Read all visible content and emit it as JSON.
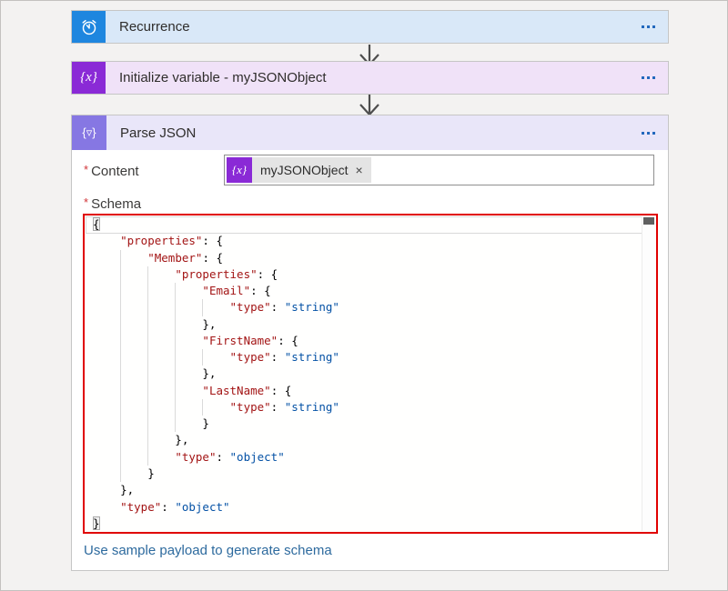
{
  "workflow": {
    "steps": [
      {
        "title": "Recurrence",
        "icon": "alarm-clock-icon"
      },
      {
        "title": "Initialize variable - myJSONObject",
        "icon": "braces-x-icon",
        "icon_glyph": "{x}"
      },
      {
        "title": "Parse JSON",
        "icon": "braces-triangle-icon",
        "icon_glyph": "{▿}"
      }
    ]
  },
  "parse_json": {
    "required_marker": "*",
    "content_label": "Content",
    "schema_label": "Schema",
    "content_token": {
      "name": "myJSONObject",
      "remove_glyph": "×",
      "icon_glyph": "{x}"
    },
    "schema_lines": [
      "{",
      "    \"properties\": {",
      "        \"Member\": {",
      "            \"properties\": {",
      "                \"Email\": {",
      "                    \"type\": \"string\"",
      "                },",
      "                \"FirstName\": {",
      "                    \"type\": \"string\"",
      "                },",
      "                \"LastName\": {",
      "                    \"type\": \"string\"",
      "                }",
      "            },",
      "            \"type\": \"object\"",
      "        }",
      "    },",
      "    \"type\": \"object\"",
      "}"
    ],
    "footer_link": "Use sample payload to generate schema"
  },
  "colors": {
    "recurrence-icon": "#1e86df",
    "recurrence-bg": "#d9e8f8",
    "variable-icon": "#8a2ad6",
    "variable-bg": "#f0e2f8",
    "parse-icon": "#8677e3",
    "parse-bg": "#e9e6f9",
    "editor-border": "#e00000",
    "link": "#2d6a9e",
    "code-key": "#a31515",
    "code-val": "#0451a5",
    "required": "#d13438",
    "dots": "#2268bd"
  }
}
